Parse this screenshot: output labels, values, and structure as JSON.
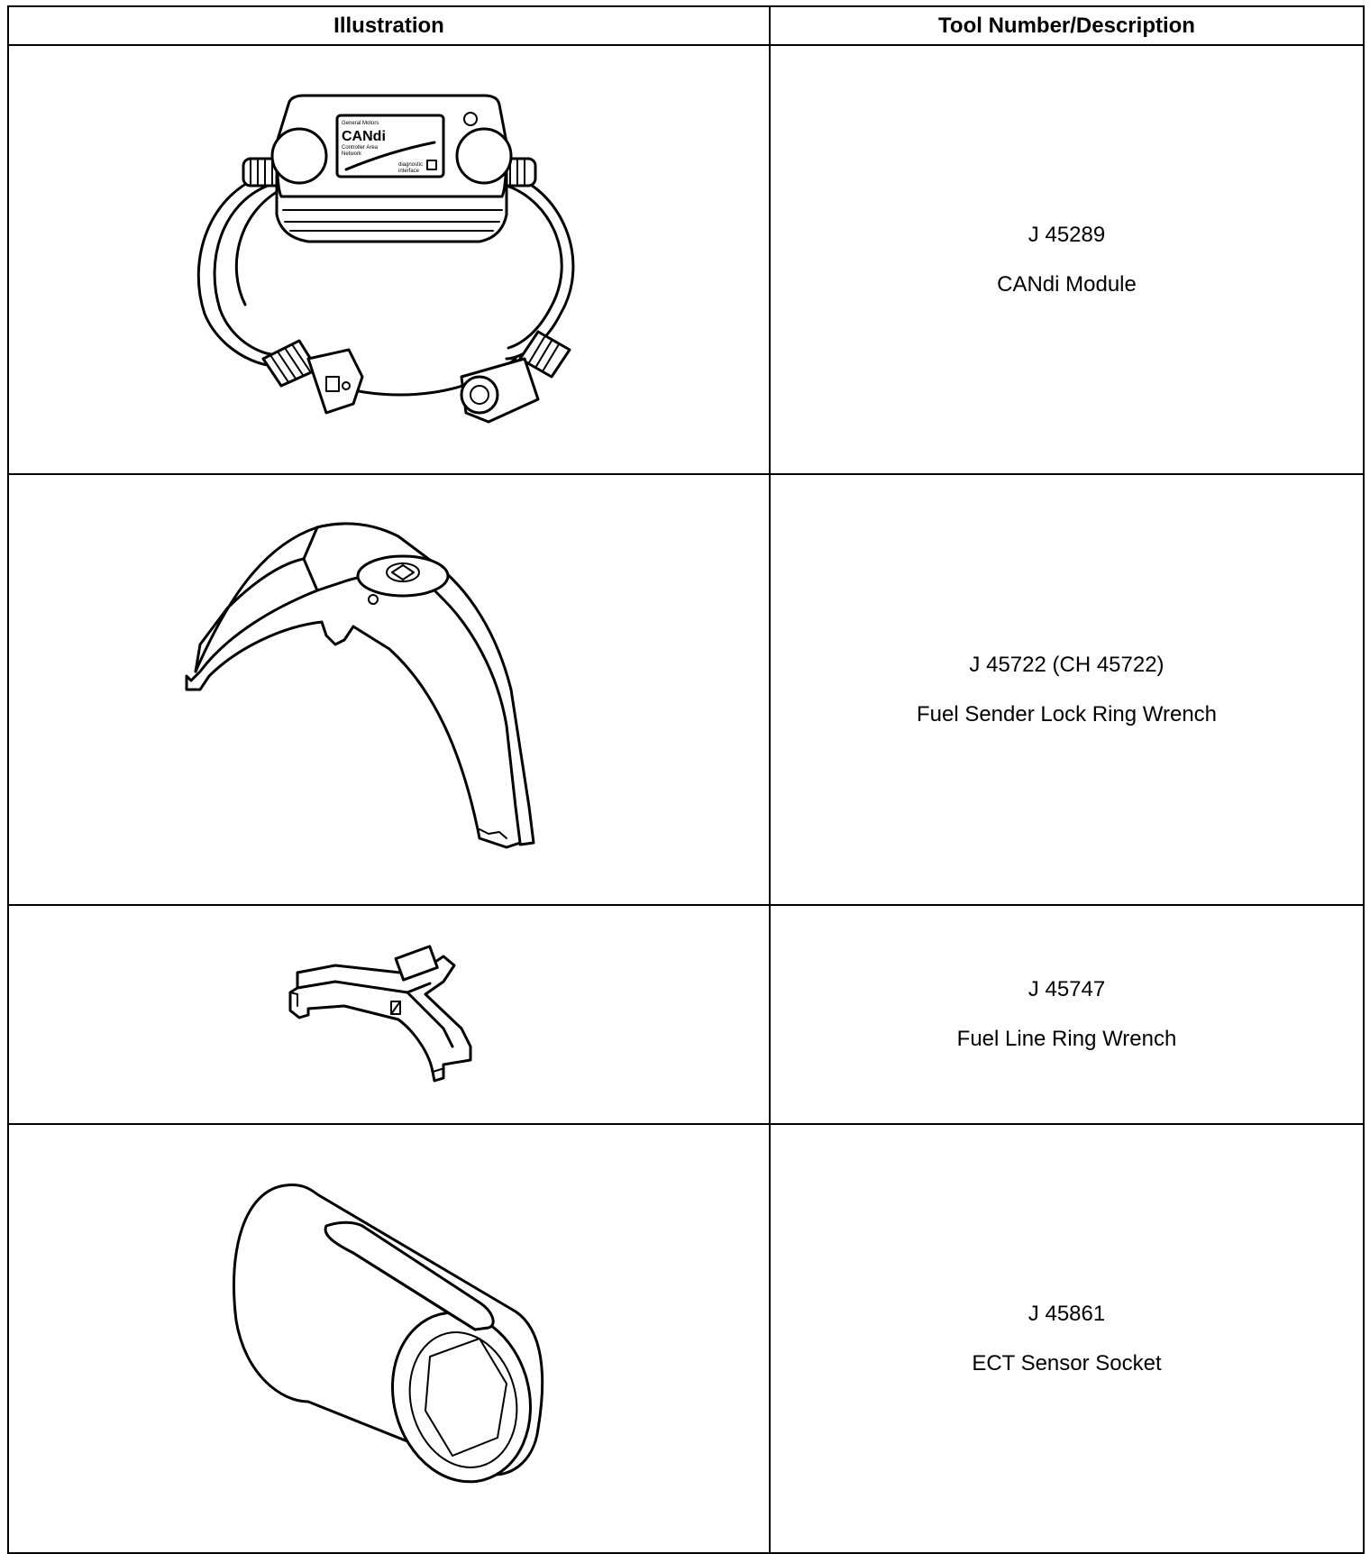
{
  "table": {
    "headers": {
      "illustration": "Illustration",
      "tool": "Tool Number/Description"
    },
    "rows": [
      {
        "tool_number": "J 45289",
        "description": "CANdi Module"
      },
      {
        "tool_number": "J 45722 (CH 45722)",
        "description": "Fuel Sender Lock Ring Wrench"
      },
      {
        "tool_number": "J 45747",
        "description": "Fuel Line Ring Wrench"
      },
      {
        "tool_number": "J 45861",
        "description": "ECT Sensor Socket"
      }
    ]
  },
  "candi_label": {
    "line1": "General Motors",
    "line2": "CANdi",
    "line3": "Controller Area",
    "line4": "Network",
    "line5": "diagnostic",
    "line6": "interface"
  }
}
